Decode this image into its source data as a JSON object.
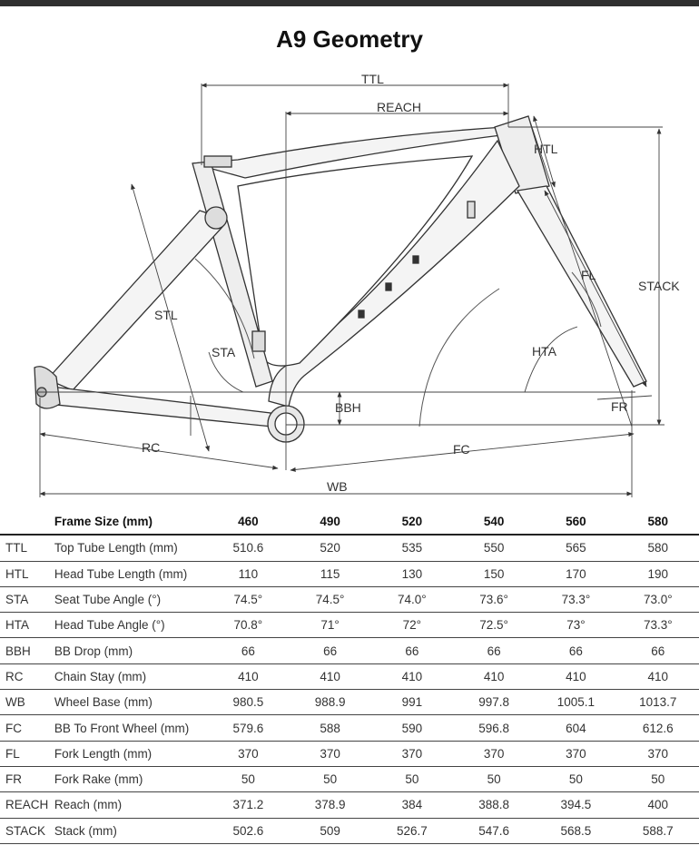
{
  "title": "A9 Geometry",
  "diagram_labels": {
    "ttl": "TTL",
    "reach": "REACH",
    "htl": "HTL",
    "stack": "STACK",
    "stl": "STL",
    "sta": "STA",
    "fl": "FL",
    "hta": "HTA",
    "bbh": "BBH",
    "fr": "FR",
    "rc": "RC",
    "fc": "FC",
    "wb": "WB"
  },
  "table": {
    "header_label": "Frame Size (mm)",
    "sizes": [
      "460",
      "490",
      "520",
      "540",
      "560",
      "580"
    ],
    "rows": [
      {
        "abbr": "TTL",
        "label": "Top Tube Length (mm)",
        "values": [
          "510.6",
          "520",
          "535",
          "550",
          "565",
          "580"
        ]
      },
      {
        "abbr": "HTL",
        "label": "Head Tube Length (mm)",
        "values": [
          "110",
          "115",
          "130",
          "150",
          "170",
          "190"
        ]
      },
      {
        "abbr": "STA",
        "label": "Seat Tube Angle (°)",
        "values": [
          "74.5°",
          "74.5°",
          "74.0°",
          "73.6°",
          "73.3°",
          "73.0°"
        ]
      },
      {
        "abbr": "HTA",
        "label": "Head Tube Angle (°)",
        "values": [
          "70.8°",
          "71°",
          "72°",
          "72.5°",
          "73°",
          "73.3°"
        ]
      },
      {
        "abbr": "BBH",
        "label": "BB Drop (mm)",
        "values": [
          "66",
          "66",
          "66",
          "66",
          "66",
          "66"
        ]
      },
      {
        "abbr": "RC",
        "label": "Chain Stay (mm)",
        "values": [
          "410",
          "410",
          "410",
          "410",
          "410",
          "410"
        ]
      },
      {
        "abbr": "WB",
        "label": "Wheel Base (mm)",
        "values": [
          "980.5",
          "988.9",
          "991",
          "997.8",
          "1005.1",
          "1013.7"
        ]
      },
      {
        "abbr": "FC",
        "label": "BB To Front Wheel (mm)",
        "values": [
          "579.6",
          "588",
          "590",
          "596.8",
          "604",
          "612.6"
        ]
      },
      {
        "abbr": "FL",
        "label": "Fork Length (mm)",
        "values": [
          "370",
          "370",
          "370",
          "370",
          "370",
          "370"
        ]
      },
      {
        "abbr": "FR",
        "label": "Fork Rake (mm)",
        "values": [
          "50",
          "50",
          "50",
          "50",
          "50",
          "50"
        ]
      },
      {
        "abbr": "REACH",
        "label": "Reach (mm)",
        "values": [
          "371.2",
          "378.9",
          "384",
          "388.8",
          "394.5",
          "400"
        ]
      },
      {
        "abbr": "STACK",
        "label": "Stack (mm)",
        "values": [
          "502.6",
          "509",
          "526.7",
          "547.6",
          "568.5",
          "588.7"
        ]
      }
    ]
  }
}
